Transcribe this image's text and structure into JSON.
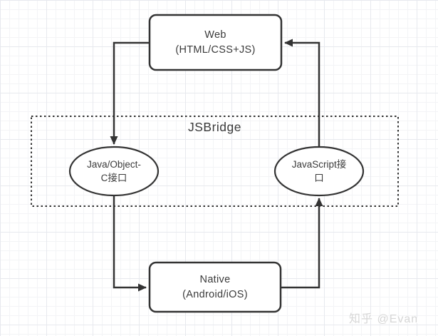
{
  "diagram": {
    "title": "JSBridge",
    "nodes": {
      "web": {
        "line1": "Web",
        "line2": "(HTML/CSS+JS)"
      },
      "native": {
        "line1": "Native",
        "line2": "(Android/iOS)"
      },
      "left_interface": {
        "line1": "Java/Object-",
        "line2": "C接口"
      },
      "right_interface": {
        "line1": "JavaScript接",
        "line2": "口"
      }
    },
    "edges": [
      {
        "from": "web",
        "to": "left_interface",
        "direction": "down"
      },
      {
        "from": "left_interface",
        "to": "native",
        "direction": "right"
      },
      {
        "from": "native",
        "to": "right_interface",
        "direction": "up"
      },
      {
        "from": "right_interface",
        "to": "web",
        "direction": "left"
      }
    ],
    "colors": {
      "stroke": "#333333",
      "text": "#3a3a3a",
      "grid_minor": "#f3f4f6",
      "grid_major": "#e7e9ee",
      "watermark": "#d6d6d6"
    }
  },
  "watermark": {
    "text": "知乎 @Evan"
  }
}
